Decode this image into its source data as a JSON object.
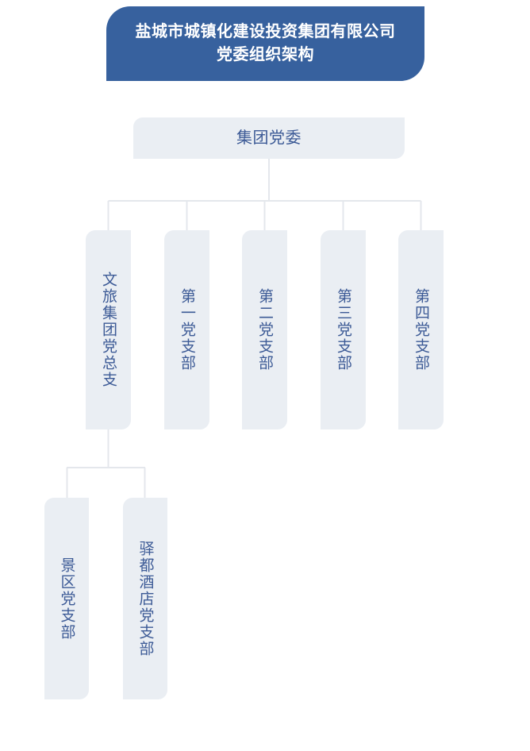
{
  "banner": {
    "line1": "盐城市城镇化建设投资集团有限公司",
    "line2": "党委组织架构",
    "background_color": "#37619e",
    "text_color": "#ffffff"
  },
  "theme": {
    "node_fill": "#eaeef3",
    "node_text_color": "#3c5a96",
    "connector_color": "#e4e7ec",
    "page_background": "#ffffff"
  },
  "org_chart": {
    "type": "org-tree",
    "root": {
      "id": "root",
      "label": "集团党委",
      "orientation": "horizontal"
    },
    "level2": [
      {
        "id": "r2-0",
        "label": "文旅集团党总支",
        "orientation": "vertical"
      },
      {
        "id": "r2-1",
        "label": "第一党支部",
        "orientation": "vertical"
      },
      {
        "id": "r2-2",
        "label": "第二党支部",
        "orientation": "vertical"
      },
      {
        "id": "r2-3",
        "label": "第三党支部",
        "orientation": "vertical"
      },
      {
        "id": "r2-4",
        "label": "第四党支部",
        "orientation": "vertical"
      }
    ],
    "level3": [
      {
        "id": "r3-0",
        "label": "景区党支部",
        "orientation": "vertical",
        "parent": "r2-0"
      },
      {
        "id": "r3-1",
        "label": "驿都酒店党支部",
        "orientation": "vertical",
        "parent": "r2-0"
      }
    ]
  }
}
